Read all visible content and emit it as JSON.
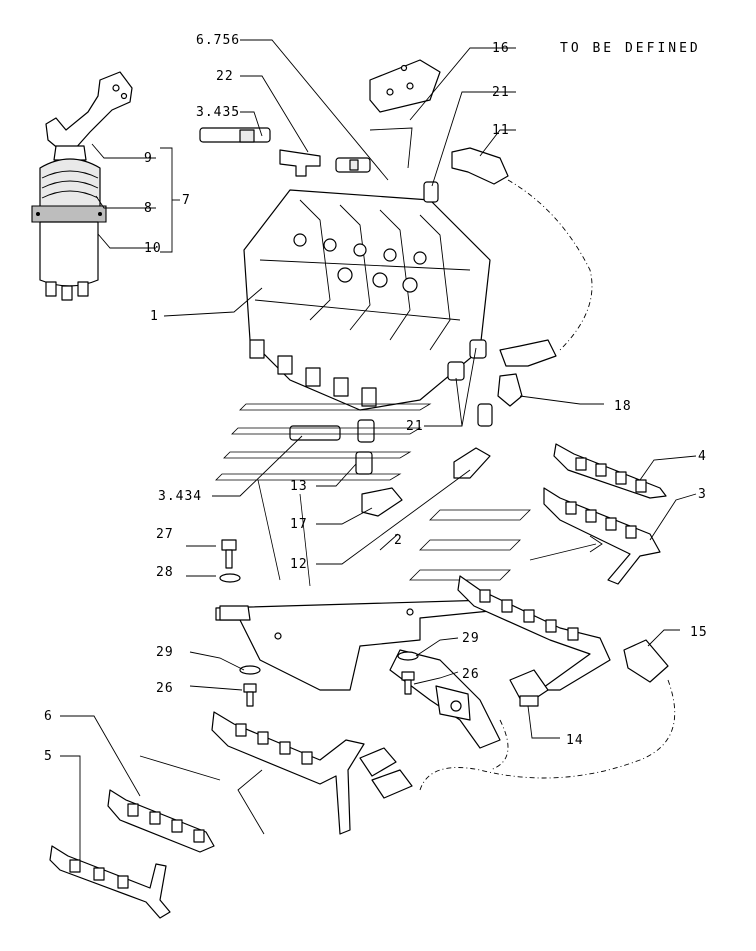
{
  "note": "TO BE DEFINED",
  "callouts": {
    "c_6_756": "6.756",
    "c_16": "16",
    "c_22": "22",
    "c_21_top": "21",
    "c_3_435": "3.435",
    "c_11": "11",
    "c_9": "9",
    "c_8": "8",
    "c_7": "7",
    "c_10": "10",
    "c_1": "1",
    "c_21_mid": "21",
    "c_18": "18",
    "c_4": "4",
    "c_3_434": "3.434",
    "c_13": "13",
    "c_3": "3",
    "c_27": "27",
    "c_17": "17",
    "c_28": "28",
    "c_12": "12",
    "c_2": "2",
    "c_15": "15",
    "c_29_right": "29",
    "c_29_left": "29",
    "c_26_right": "26",
    "c_26_left": "26",
    "c_14": "14",
    "c_6": "6",
    "c_5": "5"
  }
}
